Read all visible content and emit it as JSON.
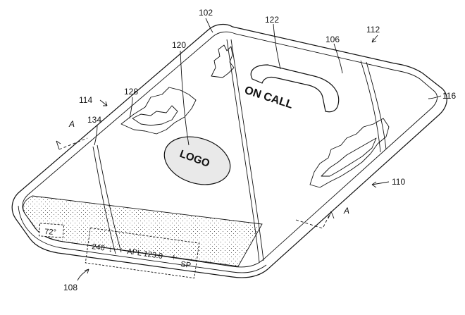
{
  "figure": {
    "reference_numerals": {
      "r102": "102",
      "r106": "106",
      "r108": "108",
      "r110": "110",
      "r112": "112",
      "r114": "114",
      "r116": "116",
      "r120": "120",
      "r122": "122",
      "r128": "128",
      "r134": "134"
    },
    "section_marks": {
      "upper_left": "A",
      "lower_right": "A"
    },
    "screen_text": {
      "on_call": "ON CALL",
      "logo": "LOGO",
      "temperature": "72°",
      "reading_240": "240",
      "ticker": "APL 123.0",
      "sp": "SP"
    }
  }
}
